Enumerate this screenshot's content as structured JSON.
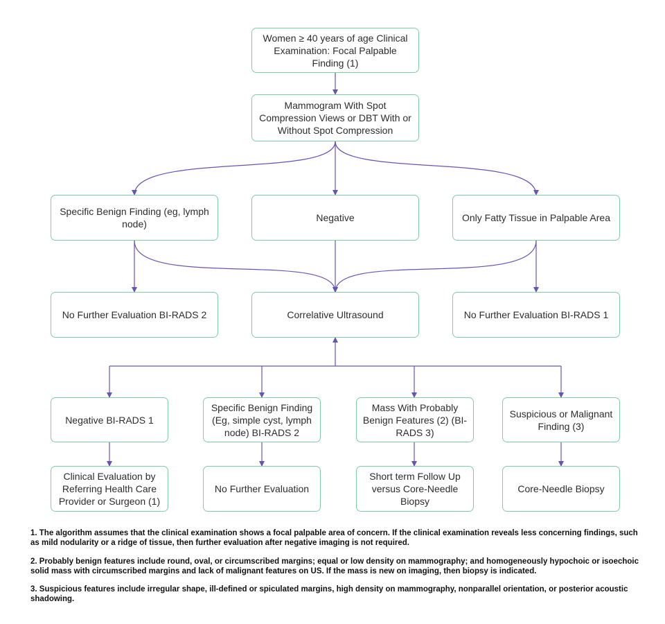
{
  "colors": {
    "node_border": "#7ecfa4",
    "connector": "#6a52b4",
    "text": "#2c2c2c"
  },
  "nodes": {
    "start": "Women ≥ 40 years of age Clinical Examination: Focal Palpable Finding (1)",
    "mammogram": "Mammogram With Spot Compression Views or DBT With or Without Spot Compression",
    "specific_benign": "Specific Benign Finding (eg, lymph node)",
    "negative": "Negative",
    "fatty_tissue": "Only Fatty Tissue in Palpable Area",
    "no_further_birads2": "No Further Evaluation BI-RADS 2",
    "correlative_us": "Correlative Ultrasound",
    "no_further_birads1": "No Further Evaluation BI-RADS 1",
    "us_negative": "Negative BI-RADS 1",
    "us_specific_benign": "Specific Benign Finding (Eg, simple cyst, lymph node) BI-RADS 2",
    "us_probably_benign": "Mass With Probably Benign Features (2) (BI-RADS 3)",
    "us_suspicious": "Suspicious or Malignant Finding (3)",
    "clinical_eval": "Clinical Evaluation by Referring Health Care Provider or Surgeon (1)",
    "no_further_eval": "No Further Evaluation",
    "short_term": "Short term Follow Up versus Core-Needle Biopsy",
    "core_needle": "Core-Needle Biopsy"
  },
  "footnotes": [
    "1. The algorithm assumes that the clinical examination shows a focal palpable area of concern. If the clinical examination reveals less concerning findings, such as mild nodularity or a ridge of tissue, then further evaluation after negative imaging is not required.",
    "2. Probably benign features include round, oval, or circumscribed margins; equal or low density on mammography; and homogeneously hypochoic or isoechoic solid mass with circumscribed margins and lack of malignant features on US. If the mass is new on imaging, then biopsy is indicated.",
    "3. Suspicious features include irregular shape, ill-defined or spiculated margins, high density on mammography, nonparallel orientation, or posterior acoustic shadowing."
  ]
}
